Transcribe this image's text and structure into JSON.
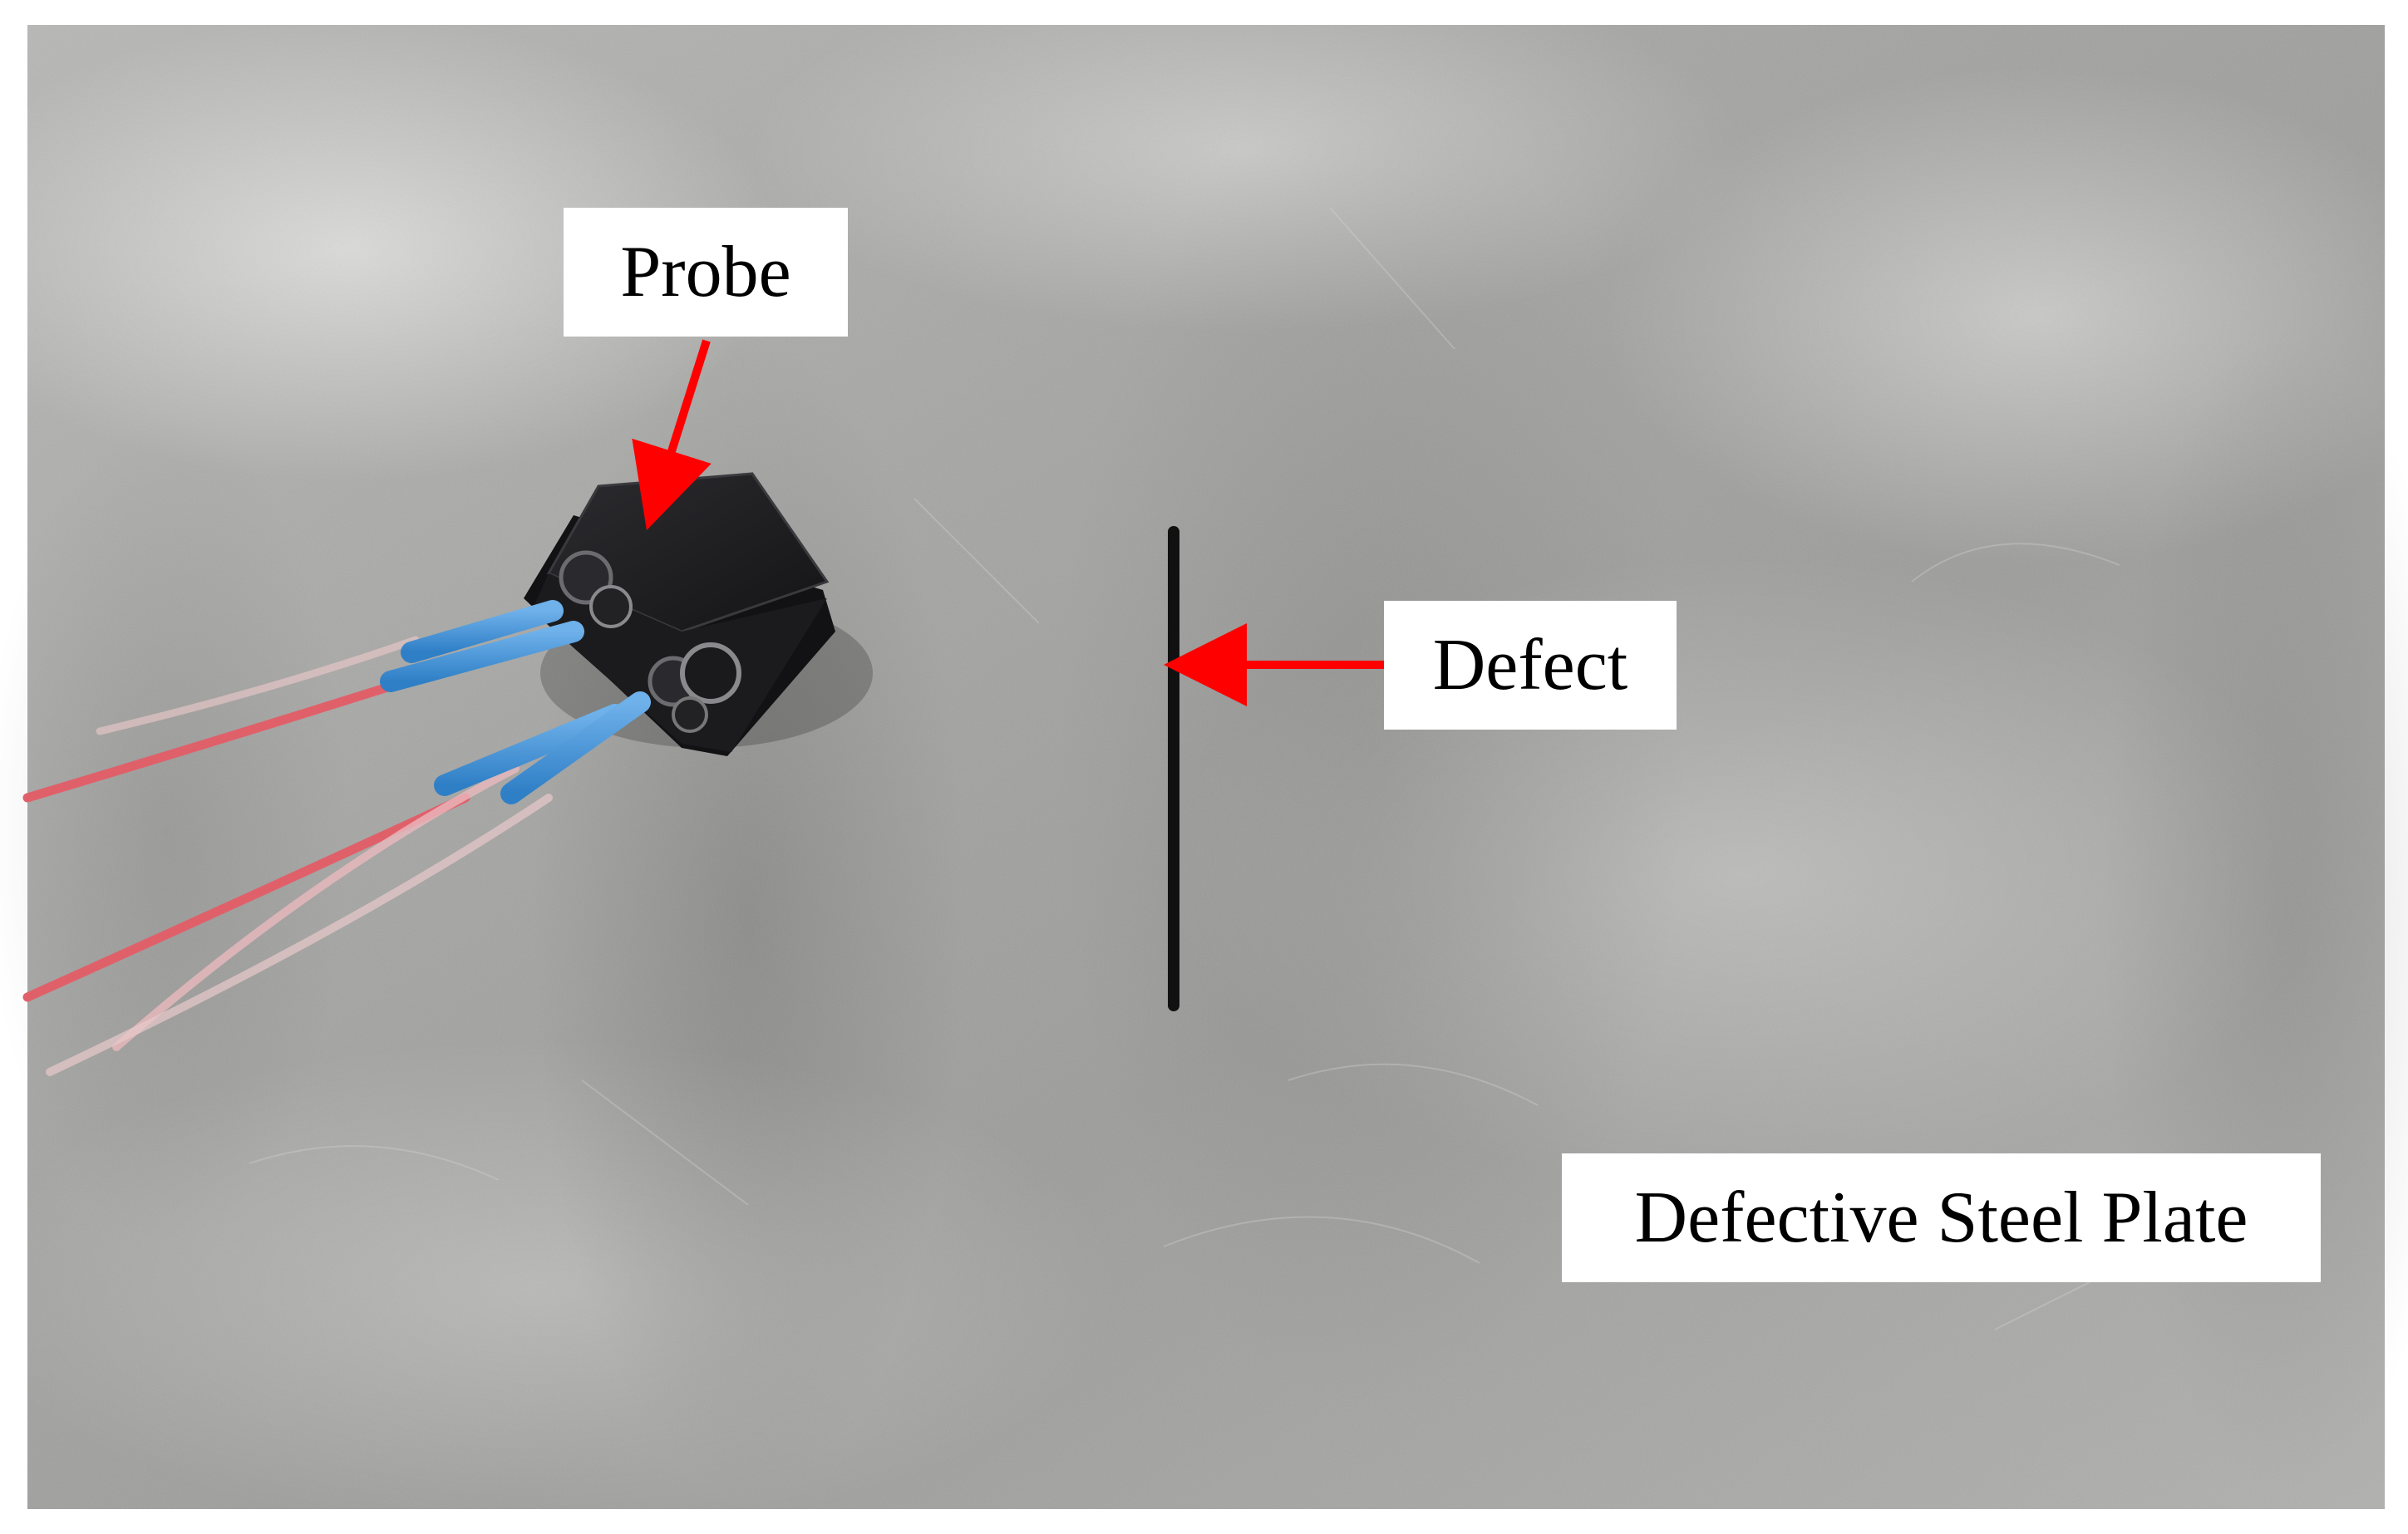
{
  "labels": {
    "probe": "Probe",
    "defect": "Defect",
    "plate": "Defective Steel Plate"
  },
  "colors": {
    "arrow": "#ff0000",
    "label_background": "#ffffff",
    "label_text": "#000000",
    "plate_base": "#a8a8a6",
    "probe_body": "#1c1c1e",
    "sleeve": "#3e8fd6",
    "wire": "#e0606a",
    "crack": "#111111"
  },
  "icons": {
    "arrow": "red-arrow-icon"
  }
}
